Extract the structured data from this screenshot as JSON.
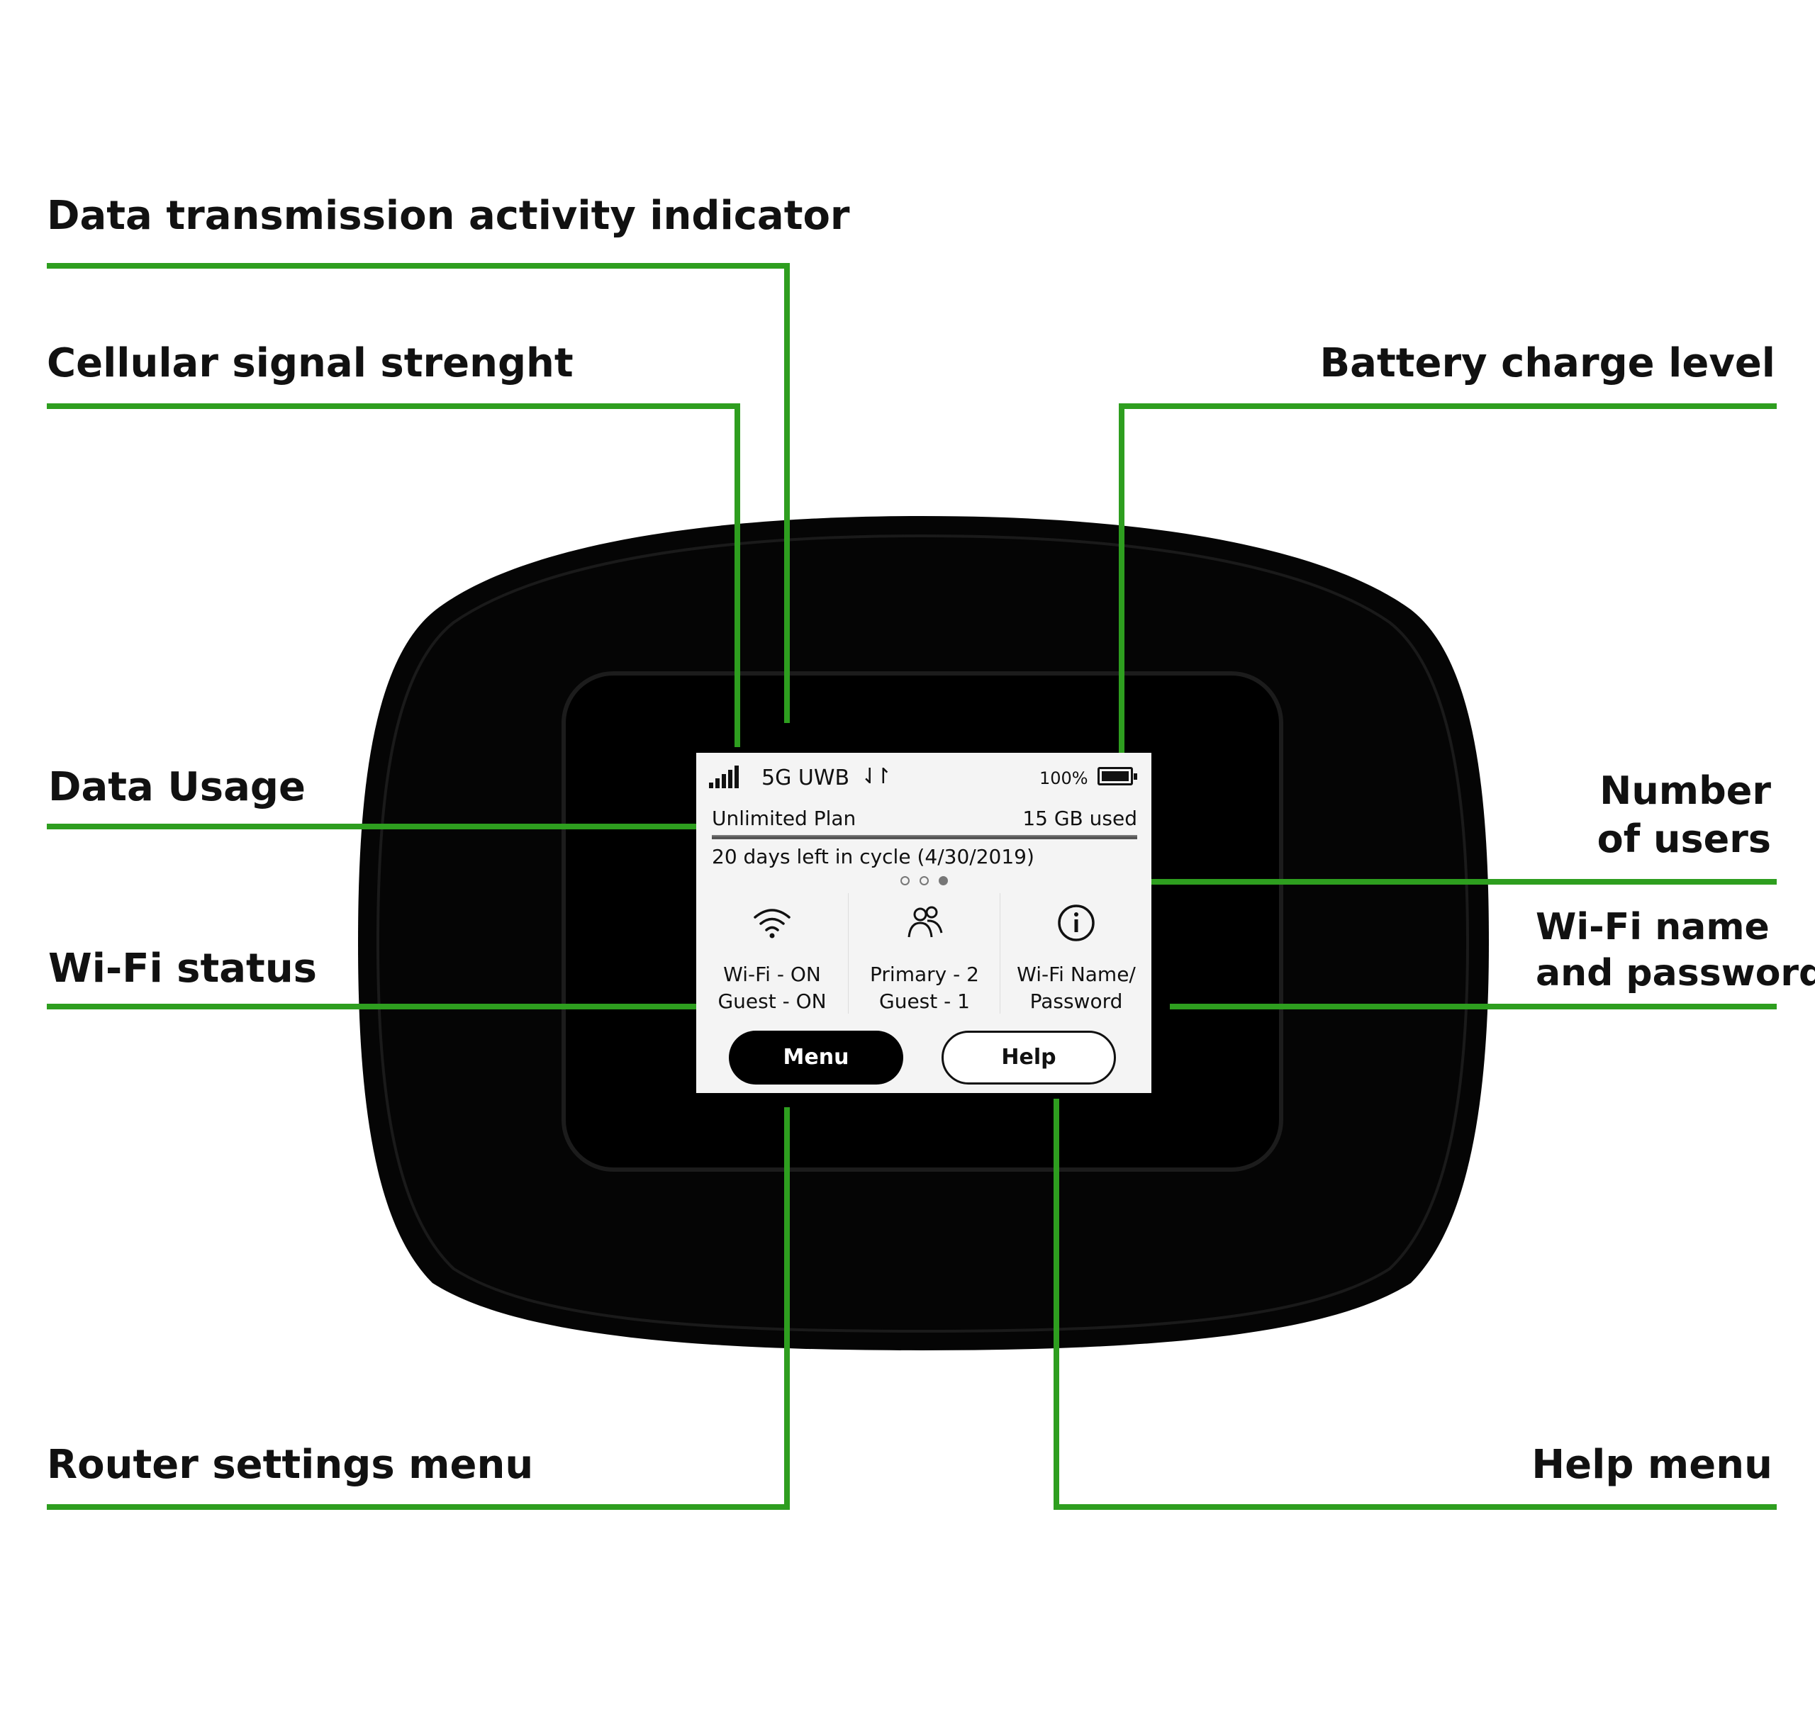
{
  "colors": {
    "leader_line": "#2e9e1f",
    "device_body": "#000000",
    "screen_bg": "#f4f4f4"
  },
  "callouts": {
    "data_transmission": "Data transmission activity indicator",
    "cellular_signal": "Cellular signal strenght",
    "battery": "Battery charge level",
    "data_usage": "Data Usage",
    "number_of_users": [
      "Number",
      "of users"
    ],
    "wifi_status": "Wi-Fi status",
    "wifi_name_password": [
      "Wi-Fi name",
      "and password"
    ],
    "router_menu": "Router settings menu",
    "help_menu": "Help menu"
  },
  "screen": {
    "status": {
      "network": "5G UWB",
      "activity_icon": "up-down-arrows-icon",
      "signal_bars": 5,
      "battery_text": "100%",
      "battery_level": 1.0
    },
    "plan": {
      "name": "Unlimited Plan",
      "used": "15 GB  used"
    },
    "cycle": "20 days  left  in  cycle  (4/30/2019)",
    "page_dots": {
      "count": 3,
      "active": 3
    },
    "tiles": [
      {
        "icon": "wifi-icon",
        "line1": "Wi-Fi - ON",
        "line2": "Guest - ON"
      },
      {
        "icon": "users-icon",
        "line1": "Primary - 2",
        "line2": "Guest - 1"
      },
      {
        "icon": "info-icon",
        "line1": "Wi-Fi Name/",
        "line2": "Password"
      }
    ],
    "buttons": {
      "menu": "Menu",
      "help": "Help"
    }
  }
}
